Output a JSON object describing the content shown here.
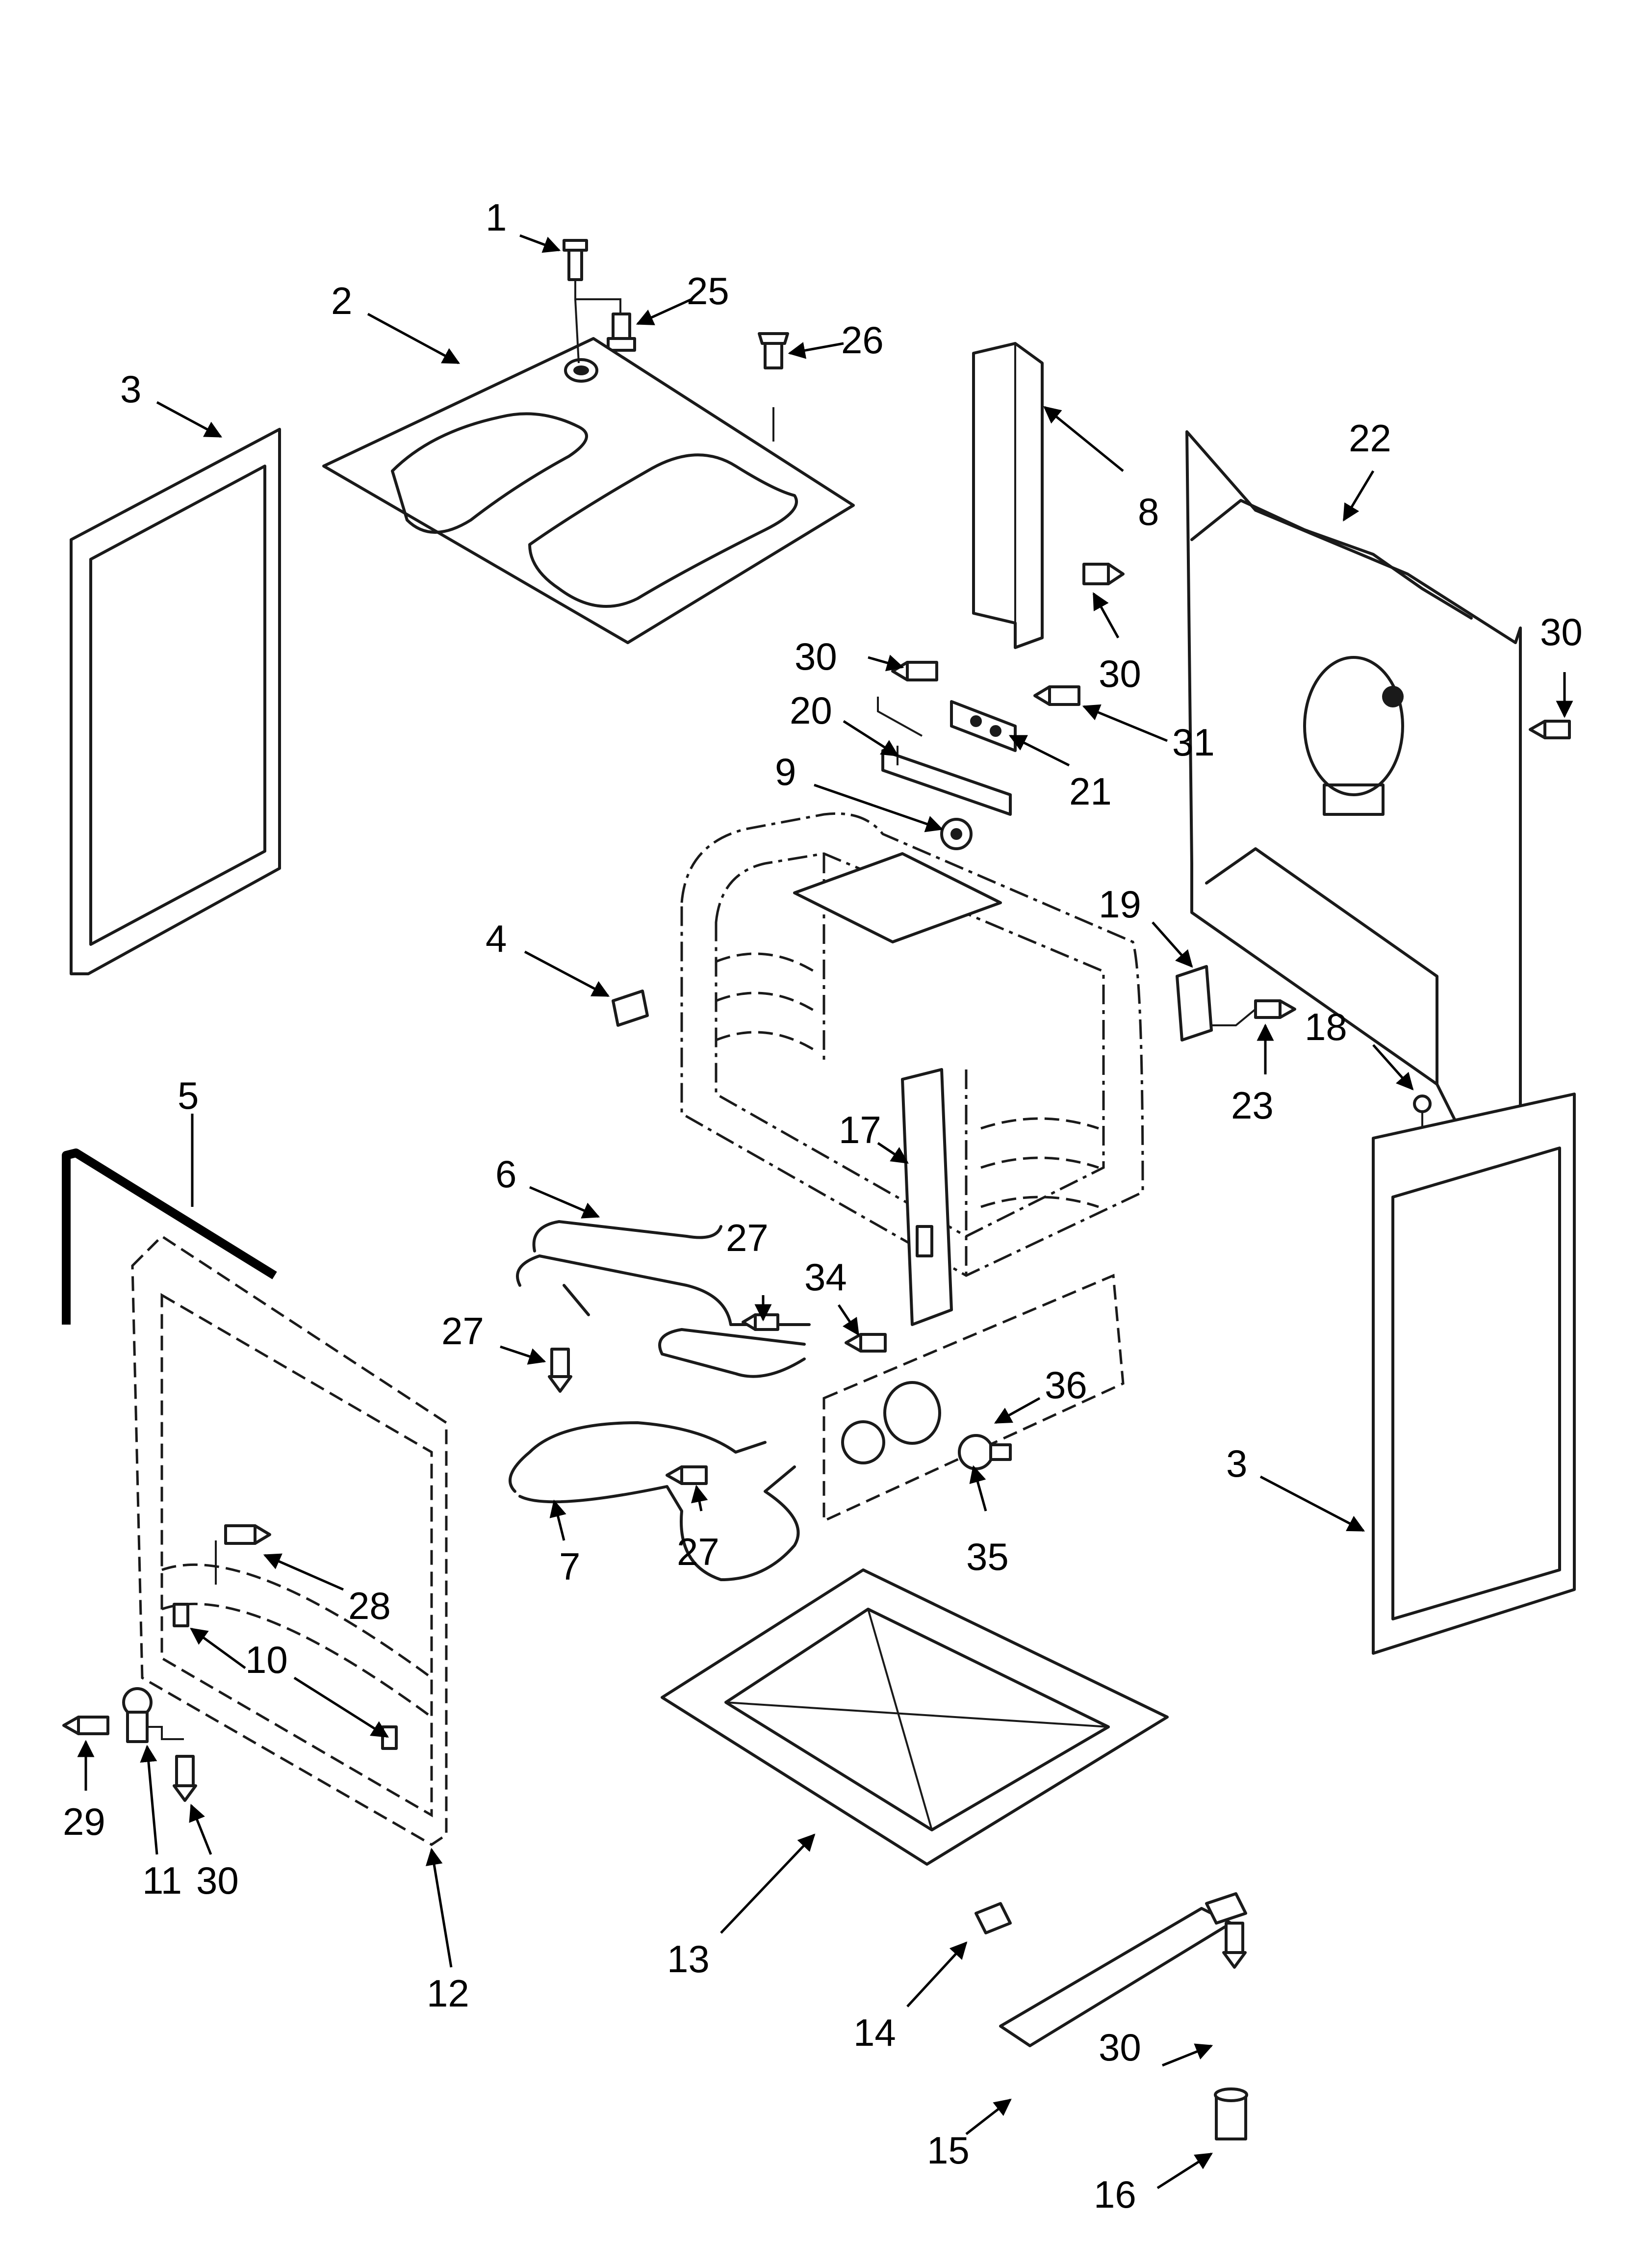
{
  "diagram": {
    "callouts": [
      "1",
      "2",
      "3",
      "4",
      "5",
      "6",
      "7",
      "8",
      "9",
      "10",
      "11",
      "12",
      "13",
      "14",
      "15",
      "16",
      "17",
      "18",
      "19",
      "20",
      "21",
      "22",
      "23",
      "25",
      "26",
      "27",
      "28",
      "29",
      "30",
      "31",
      "34",
      "35",
      "36"
    ]
  }
}
